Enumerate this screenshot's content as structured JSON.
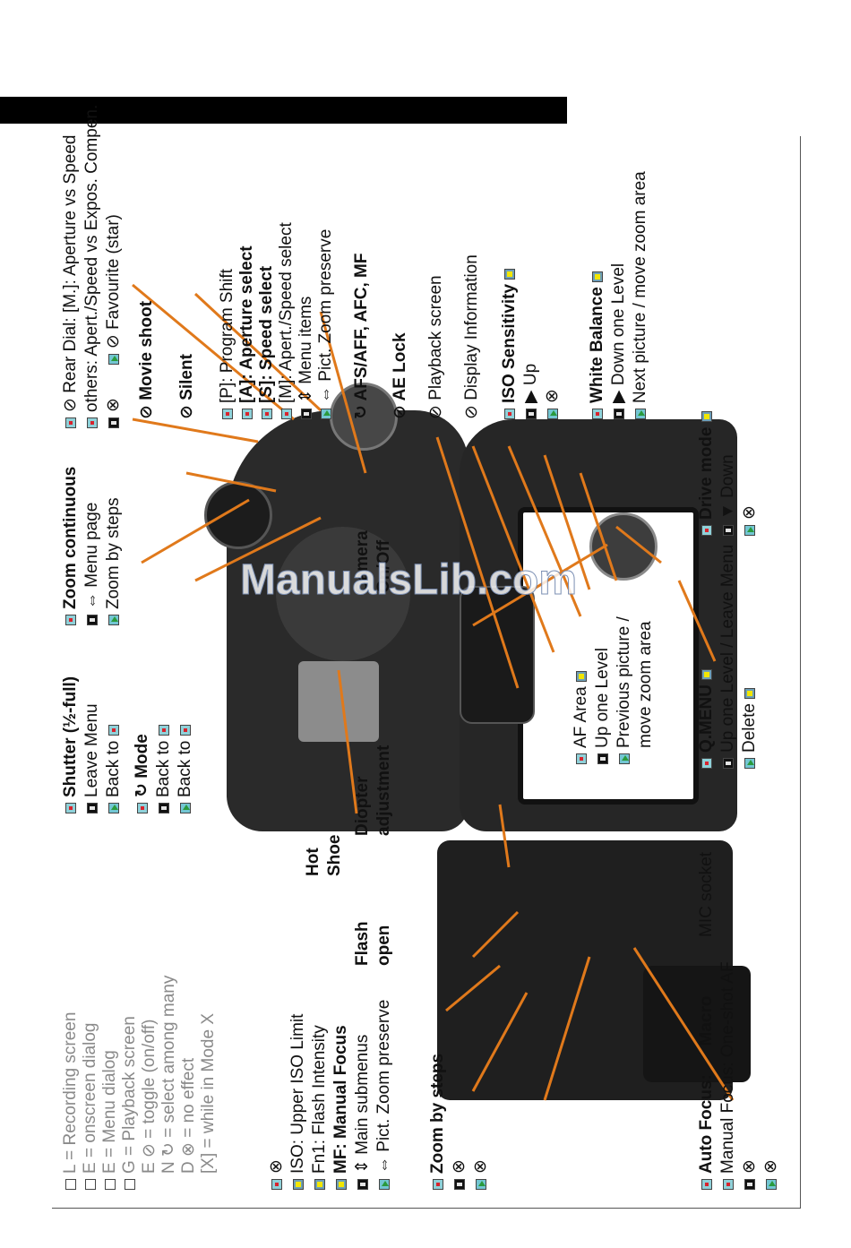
{
  "legend": {
    "items": [
      {
        "mode": "rec",
        "letter": "L",
        "text": "= Recording screen"
      },
      {
        "mode": "osd",
        "letter": "E",
        "text": "= onscreen dialog"
      },
      {
        "mode": "men",
        "letter": "E",
        "text": "= Menu dialog"
      },
      {
        "mode": "pb",
        "letter": "G",
        "text": "= Playback screen"
      },
      {
        "mode": "",
        "letter": "E",
        "text": "⊘ = toggle (on/off)"
      },
      {
        "mode": "",
        "letter": "N",
        "text": "↻ = select among many"
      },
      {
        "mode": "",
        "letter": "D",
        "text": "⊗ = no effect"
      },
      {
        "mode": "",
        "letter": "",
        "text": "[X] = while in Mode X"
      }
    ]
  },
  "fn_left": [
    {
      "mode": "rec",
      "text": "⊗",
      "bold": false
    },
    {
      "mode": "osd",
      "text": "ISO: Upper ISO Limit",
      "bold": false
    },
    {
      "mode": "osd",
      "text": "Fn1: Flash Intensity",
      "bold": false
    },
    {
      "mode": "osd",
      "text": "MF: Manual Focus",
      "bold": true
    },
    {
      "mode": "men",
      "text": "⇕ Main submenus",
      "bold": false
    },
    {
      "mode": "pb",
      "text": "⇔ Pict. Zoom preserve",
      "bold": false
    }
  ],
  "zoom_left": [
    {
      "mode": "rec",
      "text": "Zoom by steps",
      "bold": true
    },
    {
      "mode": "men",
      "text": "⊗",
      "bold": false
    },
    {
      "mode": "pb",
      "text": "⊗",
      "bold": false
    }
  ],
  "af": [
    {
      "mode": "rec",
      "text": "Auto Focus:      Macro",
      "bold": true
    },
    {
      "mode": "rec",
      "text": "Manual Focus: One-shot AF",
      "bold": false
    },
    {
      "mode": "men",
      "text": "⊗",
      "bold": false
    },
    {
      "mode": "pb",
      "text": "⊗",
      "bold": false
    }
  ],
  "shutter": [
    {
      "mode": "rec",
      "text": "Shutter (½-full)",
      "bold": true
    },
    {
      "mode": "men",
      "text": "Leave Menu",
      "bold": false
    },
    {
      "mode": "pb",
      "text": "Back to",
      "bold": false
    }
  ],
  "cmode": [
    {
      "mode": "rec",
      "text": "↻ Mode",
      "bold": true
    },
    {
      "mode": "men",
      "text": "Back to",
      "bold": false
    },
    {
      "mode": "pb",
      "text": "Back to",
      "bold": false
    }
  ],
  "zoomc": [
    {
      "mode": "rec",
      "text": "Zoom continuous",
      "bold": true
    },
    {
      "mode": "men",
      "text": "⇔ Menu page",
      "bold": false
    },
    {
      "mode": "pb",
      "text": "Zoom by steps",
      "bold": false
    }
  ],
  "rear": [
    {
      "mode": "rec",
      "text": "⊘ Rear Dial: [M.]: Aperture vs Speed",
      "bold": false
    },
    {
      "mode": "rec",
      "text": "others: Apert./Speed vs Expos. Compen.",
      "bold": false
    },
    {
      "mode": "men",
      "text": "⊗",
      "bold": false
    },
    {
      "mode": "pb",
      "text": "⊘ Favourite (star)",
      "bold": false
    }
  ],
  "movie": "⊘ Movie shoot",
  "silent": "⊘ Silent",
  "psam": [
    {
      "mode": "rec",
      "text": "[P]: Program Shift",
      "bold": false
    },
    {
      "mode": "rec",
      "text": "[A]: Aperture select",
      "bold": true
    },
    {
      "mode": "rec",
      "text": "[S]: Speed select",
      "bold": true
    },
    {
      "mode": "rec",
      "text": "[M]: Apert./Speed select",
      "bold": false
    },
    {
      "mode": "men",
      "text": "⇕ Menu items",
      "bold": false
    },
    {
      "mode": "pb",
      "text": "⇔ Pict. Zoom preserve",
      "bold": false
    }
  ],
  "afs": "↻ AFS/AFF, AFC, MF",
  "aelock": "⊘ AE Lock",
  "playback": "⊘ Playback screen",
  "display": "⊘ Display Information",
  "iso": [
    {
      "mode": "rec",
      "text": "ISO Sensitivity",
      "bold": true
    },
    {
      "mode": "men",
      "text": "▶ Up",
      "bold": false
    },
    {
      "mode": "pb",
      "text": "⊗",
      "bold": false
    }
  ],
  "wb": [
    {
      "mode": "rec",
      "text": "White Balance",
      "bold": true
    },
    {
      "mode": "men",
      "text": "▶ Down one Level",
      "bold": false
    },
    {
      "mode": "pb",
      "text": "Next picture / move zoom area",
      "bold": false
    }
  ],
  "drive": [
    {
      "mode": "rec",
      "text": "Drive mode",
      "bold": true
    },
    {
      "mode": "men",
      "text": "▼ Down",
      "bold": false
    },
    {
      "mode": "pb",
      "text": "⊗",
      "bold": false
    }
  ],
  "qmenu": [
    {
      "mode": "rec",
      "text": "Q.MENU",
      "bold": true
    },
    {
      "mode": "men",
      "text": "Up one Level / Leave Menu",
      "bold": false
    },
    {
      "mode": "pb",
      "text": "Delete",
      "bold": false
    }
  ],
  "afarea": [
    {
      "mode": "rec",
      "text": "AF Area",
      "bold": false
    },
    {
      "mode": "men",
      "text": "Up one Level",
      "bold": false
    },
    {
      "mode": "pb",
      "text": "Previous picture /",
      "bold": false
    },
    {
      "mode": "",
      "text": "move zoom area",
      "bold": false
    }
  ],
  "labels": {
    "flash": "Flash\nopen",
    "mic": "MIC socket",
    "hotshoe": "Hot\nShoe",
    "diopter": "Diopter\nadjustment",
    "camonoff": "Camera\nOn/Off"
  },
  "watermark": "ManualsLib.com"
}
